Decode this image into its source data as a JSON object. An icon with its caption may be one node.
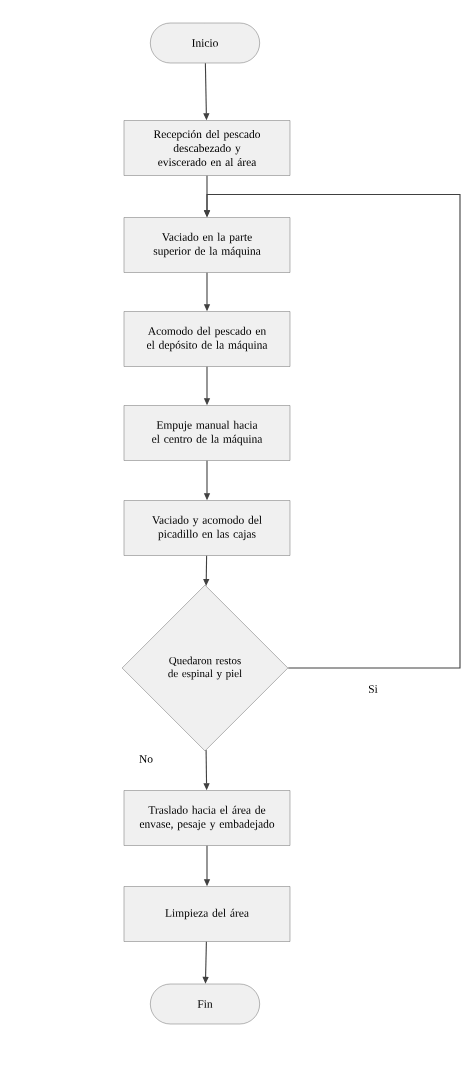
{
  "diagram": {
    "nodes": [
      {
        "text": [
          "Inicio"
        ]
      },
      {
        "text": [
          "Recepción del pescado descabezado y eviscerado en al área"
        ]
      },
      {
        "text": [
          "Vaciado en la parte superior de la máquina"
        ]
      },
      {
        "text": [
          "Acomodo del pescado en el depósito de la máquina"
        ]
      },
      {
        "text": [
          "Empuje manual hacia el centro de la máquina"
        ]
      },
      {
        "text": [
          "Vaciado y acomodo del picadillo en las cajas"
        ]
      },
      {
        "text": [
          "Quedaron restos de espinal y piel"
        ]
      },
      {
        "text": [
          "Traslado hacia el área de envase, pesaje y embadejado"
        ]
      },
      {
        "text": [
          "Limpieza del área"
        ]
      },
      {
        "text": [
          "Fin"
        ]
      }
    ],
    "edges": [
      {
        "from": 0,
        "to": 1,
        "arrow": "to"
      },
      {
        "from": 1,
        "to": 2,
        "arrow": "to"
      },
      {
        "from": 2,
        "to": 3,
        "arrow": "to"
      },
      {
        "from": 3,
        "to": 4,
        "arrow": "to"
      },
      {
        "from": 4,
        "to": 5,
        "arrow": "to"
      },
      {
        "from": 5,
        "to": 6,
        "arrow": "to"
      },
      {
        "from": 6,
        "to": 7,
        "arrow": "to",
        "label": "No"
      },
      {
        "from": 7,
        "to": 8,
        "arrow": "to"
      },
      {
        "from": 8,
        "to": 9,
        "arrow": "to"
      },
      {
        "from": 6,
        "to": 2,
        "arrow": "to",
        "label": "Si"
      }
    ]
  }
}
